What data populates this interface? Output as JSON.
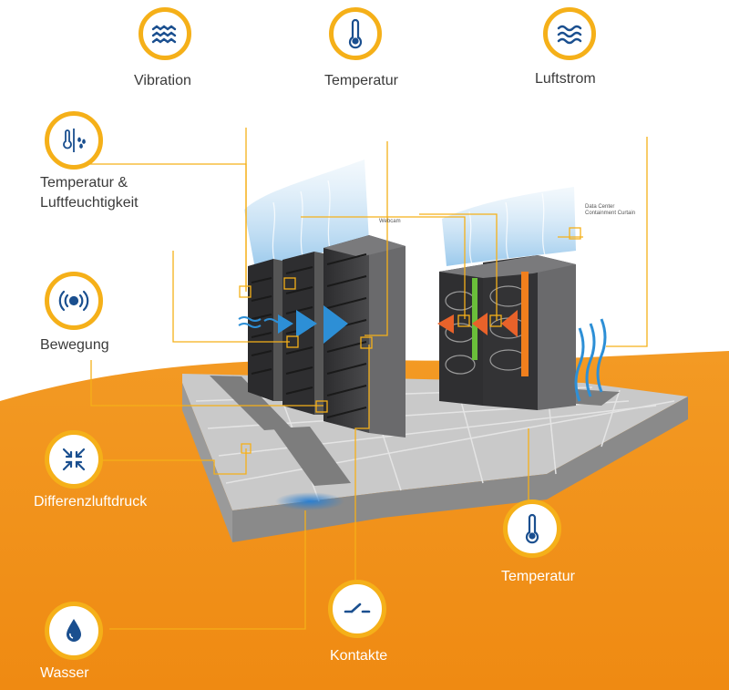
{
  "colors": {
    "accent": "#f5b019",
    "icon": "#1a4f8f",
    "floor_orange": "#f0921a",
    "rack": "#3a3a3c",
    "tile": "#bdbdbd",
    "airflow_cold": "#2d8fd6",
    "airflow_hot": "#e8622a"
  },
  "sensors": [
    {
      "id": "vibration",
      "label": "Vibration",
      "icon": "vibration-waves-icon"
    },
    {
      "id": "temperatur_top",
      "label": "Temperatur",
      "icon": "thermometer-icon"
    },
    {
      "id": "luftstrom",
      "label": "Luftstrom",
      "icon": "airflow-waves-icon"
    },
    {
      "id": "temp_feuchte",
      "label_line1": "Temperatur &",
      "label_line2": "Luftfeuchtigkeit",
      "icon": "thermometer-droplets-icon"
    },
    {
      "id": "bewegung",
      "label": "Bewegung",
      "icon": "motion-radar-icon"
    },
    {
      "id": "differenzluftdruck",
      "label": "Differenzluftdruck",
      "icon": "pressure-arrows-icon"
    },
    {
      "id": "wasser",
      "label": "Wasser",
      "icon": "water-drop-icon"
    },
    {
      "id": "kontakte",
      "label": "Kontakte",
      "icon": "contact-switch-icon"
    },
    {
      "id": "temperatur_bottom",
      "label": "Temperatur",
      "icon": "thermometer-icon"
    }
  ],
  "annotations": {
    "webcam": "Webcam",
    "curtain_line1": "Data Center",
    "curtain_line2": "Containment Curtain"
  }
}
